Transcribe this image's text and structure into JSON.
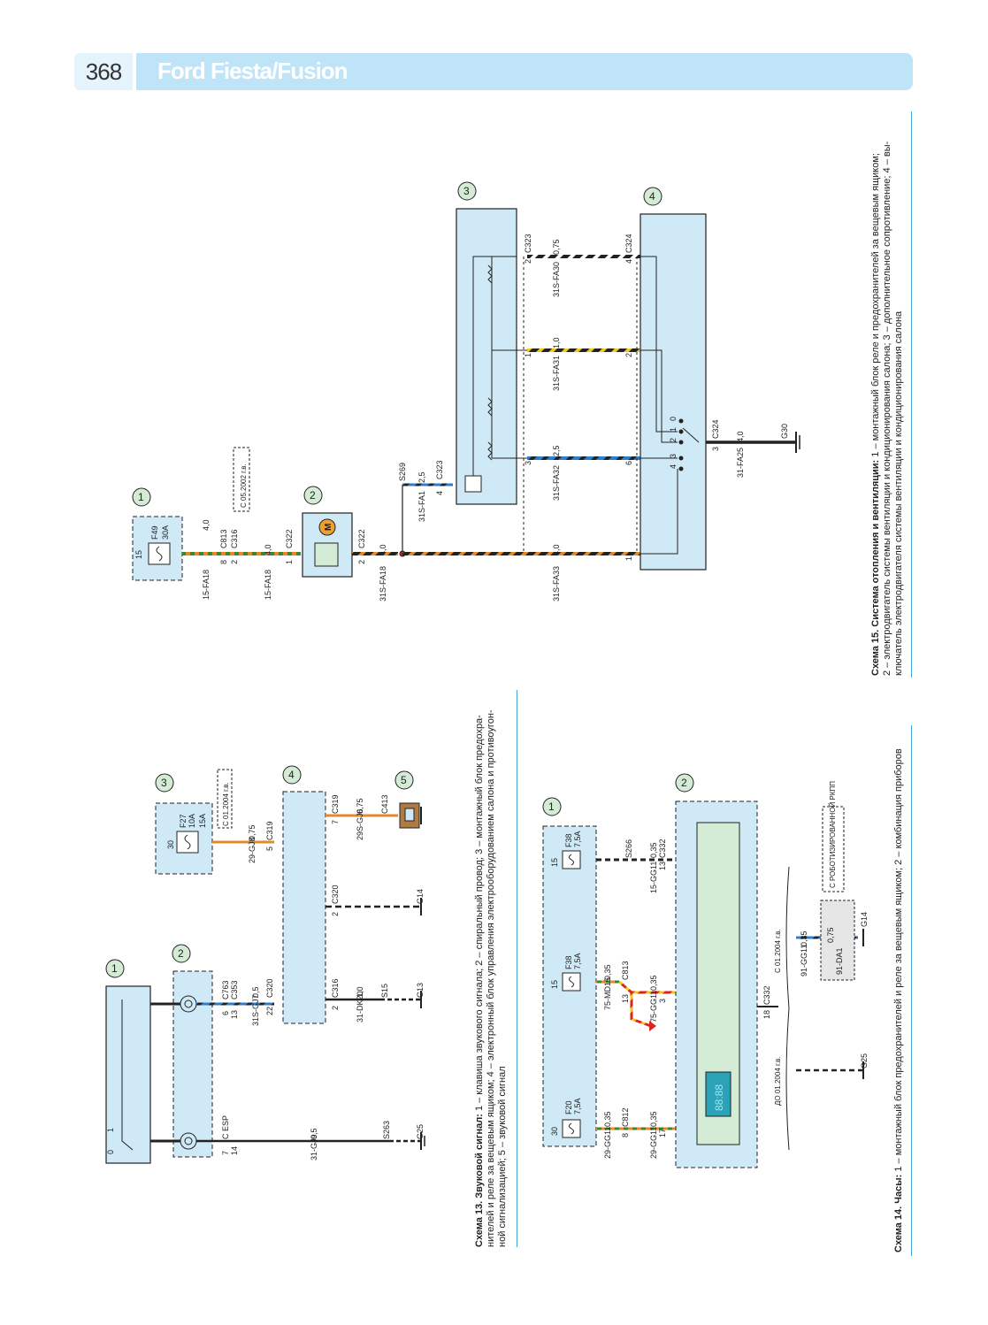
{
  "header": {
    "page_number": "368",
    "title": "Ford Fiesta/Fusion"
  },
  "colors": {
    "accent": "#3fa9d8",
    "block_fill": "#cfe9f7",
    "header_light": "#e4f3fc",
    "header_dark": "#bfe4f7"
  },
  "horn": {
    "caption_bold": "Схема 13. Звуковой сигнал:",
    "caption_lines": [
      " 1 – клавиша звукового сигнала; 2 – спиральный провод; 3 – монтажный блок предохра-",
      "нителей и реле за вещевым ящиком; 4 – электронный блок управления электрооборудованием салона и противоугон-",
      "ной сигнализацией; 5 – звуковой сигнал"
    ],
    "labels": {
      "b1": "1",
      "b2": "2",
      "b3": "3",
      "b4": "4",
      "b5": "5",
      "sw0": "0",
      "sw1": "1",
      "c763": "C763",
      "c353": "C353",
      "p6": "6",
      "p13": "13",
      "cesp": "С ESP",
      "p7": "7",
      "p14": "14",
      "w_31s_gj7": "31S-GJ7",
      "w_05a": "0,5",
      "c320a": "C320",
      "p22": "22",
      "w_31gj9": "31-GJ9",
      "w_05b": "0,5",
      "s263": "S263",
      "g25": "G25",
      "f27": "F27",
      "f27a": "10A",
      "f27b": "15A",
      "p30": "30",
      "c01_2004": "С 01.2004 г.в.",
      "w_29gj8": "29-GJ8",
      "w_075a": "0,75",
      "c319a": "C319",
      "p5": "5",
      "c316": "C316",
      "p2a": "2",
      "w_31dk20": "31-DK20",
      "w_10": "1,0",
      "s15": "S15",
      "g13": "G13",
      "c320b": "C320",
      "p2b": "2",
      "g14": "G14",
      "c319b": "C319",
      "p7b": "7",
      "w_29sgj6": "29S-GJ6",
      "w_075b": "0,75",
      "c413": "C413"
    }
  },
  "clock": {
    "caption_bold": "Схема 14. Часы:",
    "caption_line": " 1 – монтажный блок предохранителей и реле за вещевым ящиком; 2 – комбинация приборов",
    "labels": {
      "b1": "1",
      "b2": "2",
      "f20": "F20",
      "f20a": "7,5A",
      "p30": "30",
      "f38a": "F38",
      "f38a_a": "7,5A",
      "p15a": "15",
      "f38b": "F38",
      "f38b_a": "7,5A",
      "p15b": "15",
      "w_29gg11a": "29-GG11",
      "w_035a": "0,35",
      "c812": "C812",
      "p8": "8",
      "w_29gg11b": "29-GG11",
      "w_035b": "0,35",
      "p17": "17",
      "w_75md15": "75-MD15",
      "w_035c": "0,35",
      "c813": "C813",
      "p13": "13",
      "w_75gg11": "75-GG11",
      "w_035d": "0,35",
      "p3": "3",
      "s266": "S266",
      "w_15gg11": "15-GG11",
      "w_035e": "0,35",
      "c332a": "C332",
      "p13b": "13",
      "c332b": "C332",
      "p18": "18",
      "do_2004": "ДО 01.2004 г.в.",
      "s_2004": "С 01.2004 г.в.",
      "g25": "G25",
      "w_91gg11": "91-GG11",
      "w_035f": "0,35",
      "w_91da1": "91-DA1",
      "w_075": "0,75",
      "g14": "G14",
      "rkpp": "С РОБОТИЗИРОВАННОЙ РКПП",
      "display": "88:88"
    }
  },
  "heater": {
    "caption_bold": "Схема 15. Система отопления и вентиляции:",
    "caption_lines": [
      " 1 – монтажный блок реле и предохранителей за вещевым ящиком;",
      "2 – электродвигатель системы вентиляции и кондиционирования салона; 3 – дополнительное сопротивление; 4 – вы-",
      "ключатель электродвигателя системы вентиляции и кондиционирования салона"
    ],
    "labels": {
      "b1": "1",
      "b2": "2",
      "b3": "3",
      "b4": "4",
      "f49": "F49",
      "f49a": "30A",
      "p15": "15",
      "w_15fa18a": "15-FA18",
      "c813": "C813",
      "c316": "C316",
      "p8": "8",
      "p2": "2",
      "w_40a": "4,0",
      "c05_2002": "С 05.2002 г.в.",
      "c322a": "C322",
      "p1": "1",
      "w_15fa18b": "15-FA18",
      "w_40b": "4,0",
      "motor": "M",
      "c322b": "C322",
      "p2b": "2",
      "w_31sfa18": "31S-FA18",
      "w_40c": "4,0",
      "s269": "S269",
      "w_31sfa1": "31S-FA1",
      "w_25a": "2,5",
      "c323a": "C323",
      "p4": "4",
      "c323b": "C323",
      "p2c": "2",
      "p1c": "1",
      "p3c": "3",
      "w_31sfa30": "31S-FA30",
      "w_075": "0,75",
      "w_31sfa31": "31S-FA31",
      "w_10": "1,0",
      "w_31sfa32": "31S-FA32",
      "w_25b": "2,5",
      "w_31sfa33": "31S-FA33",
      "w_40d": "4,0",
      "c324a": "C324",
      "p4d": "4",
      "p2d": "2",
      "p6d": "6",
      "p1d": "1",
      "sw0": "0",
      "sw1": "1",
      "sw2": "2",
      "sw3": "3",
      "sw4": "4",
      "c324b": "C324",
      "p3e": "3",
      "w_31fa25": "31-FA25",
      "w_40e": "4,0",
      "g30": "G30"
    }
  }
}
